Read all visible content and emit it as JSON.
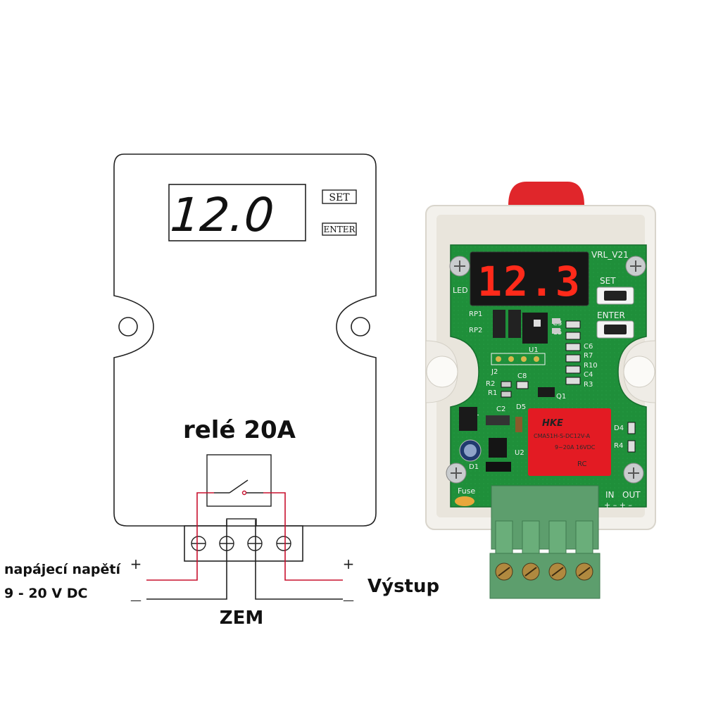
{
  "diagram": {
    "display_value": "12.0",
    "set_label": "SET",
    "enter_label": "ENTER",
    "relay_title": "relé 20A",
    "supply_label_line1": "napájecí napětí",
    "supply_label_line2": "9 - 20 V DC",
    "ground_label": "ZEM",
    "output_label": "Výstup",
    "plus": "+",
    "minus": "—"
  },
  "pcb": {
    "display_digits": "12.3",
    "version": "VRL_V21",
    "set_label": "SET",
    "enter_label": "ENTER",
    "led_label": "LED",
    "fuse_label": "Fuse",
    "in_label": "IN",
    "out_label": "OUT",
    "terminal_polarity": "+ – + –",
    "relay_brand": "HKE",
    "relay_model": "CMA51H-S-DC12V-A",
    "relay_rating": "9~20A 16VDC",
    "relay_cert": "RC",
    "silkscreen": [
      "RP1",
      "RP2",
      "U1",
      "J2",
      "R2",
      "R1",
      "C8",
      "C3",
      "C5",
      "C6",
      "R7",
      "R10",
      "C4",
      "R3",
      "Q1",
      "C2",
      "D5",
      "DT",
      "C1",
      "U2",
      "D1",
      "D4",
      "R4"
    ]
  },
  "colors": {
    "pcb_green": "#1f8f3a",
    "seg_red": "#ff2a1a",
    "wire_red": "#c8102e",
    "terminal_green": "#5d9e6d"
  }
}
